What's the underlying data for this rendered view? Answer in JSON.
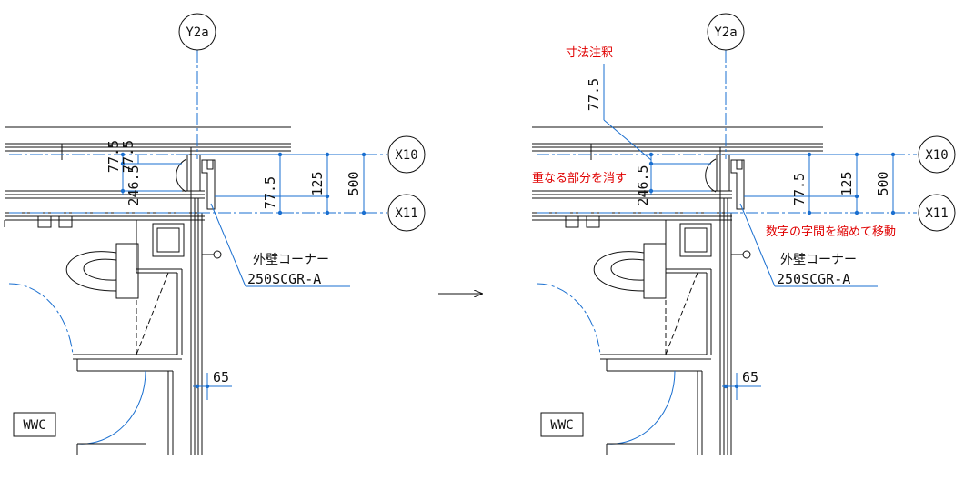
{
  "left": {
    "grid_y2a": "Y2a",
    "grid_x10": "X10",
    "grid_x11": "X11",
    "dim_125": "125",
    "dim_500": "500",
    "dim_775_a": "77.5",
    "dim_775_b": "77.5",
    "dim_775_c": "77.5",
    "dim_2465": "246.5",
    "dim_65": "65",
    "corner_label": "外壁コーナー",
    "corner_code": "250SCGR-A",
    "room": "WWC"
  },
  "arrow": "→",
  "right": {
    "grid_y2a": "Y2a",
    "grid_x10": "X10",
    "grid_x11": "X11",
    "dim_125": "125",
    "dim_500": "500",
    "dim_775_top": "77.5",
    "dim_775_mid": "77.5",
    "dim_2465": "246.5",
    "dim_65": "65",
    "corner_label": "外壁コーナー",
    "corner_code": "250SCGR-A",
    "room": "WWC",
    "note_annotation": "寸法注釈",
    "note_overlap": "重なる部分を消す",
    "note_spacing": "数字の字間を縮めて移動"
  },
  "colors": {
    "line": "#111111",
    "grid": "#1a6fd0",
    "note": "#e00000"
  }
}
